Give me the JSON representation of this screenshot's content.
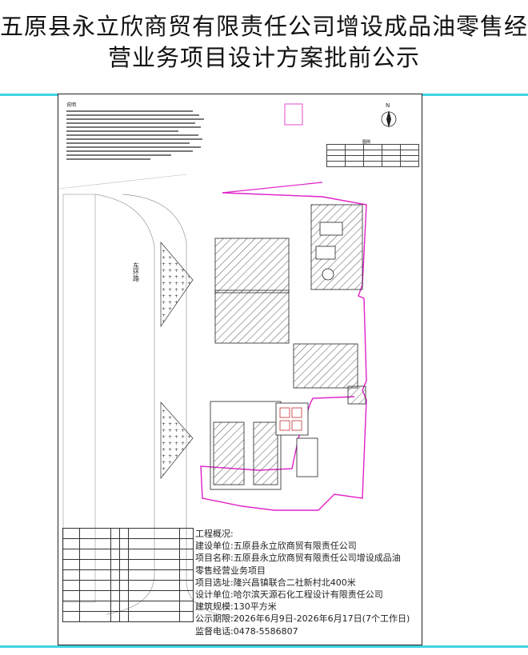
{
  "notice": {
    "title": "五原县永立欣商贸有限责任公司增设成品油零售经营业务项目设计方案批前公示"
  },
  "colors": {
    "accent_rule": "#3fd3e3",
    "boundary_magenta": "#e020c8",
    "hatch": "#555555"
  },
  "drawing": {
    "notes_heading": "说明",
    "legend_heading": "图例",
    "road_label": "东环路",
    "north_label": "N"
  },
  "project_info": {
    "heading": "工程概况:",
    "builder": "建设单位:五原县永立欣商贸有限责任公司",
    "project_name_1": "项目名称:五原县永立欣商贸有限责任公司增设成品油",
    "project_name_2": "零售经营业务项目",
    "location": "项目选址:隆兴昌镇联合二社新村北400米",
    "designer": "设计单位:哈尔滨天源石化工程设计有限责任公司",
    "scale": "建筑规模:130平方米",
    "period": "公示期限:2026年6月9日-2026年6月17日(7个工作日)",
    "hotline": "监督电话:0478-5586807"
  }
}
